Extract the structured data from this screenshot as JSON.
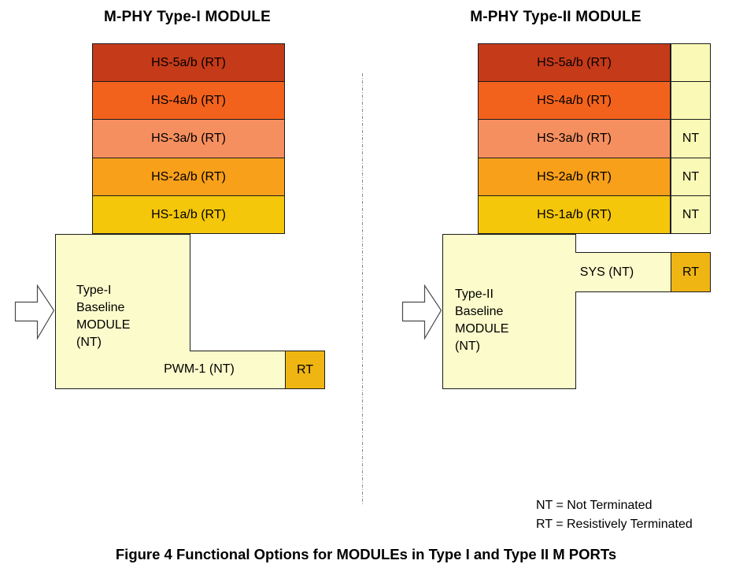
{
  "figure": {
    "left_module": {
      "title": "M-PHY Type-I MODULE",
      "bars": [
        {
          "label": "HS-5a/b (RT)",
          "color": "#C53A18"
        },
        {
          "label": "HS-4a/b (RT)",
          "color": "#F3621C"
        },
        {
          "label": "HS-3a/b (RT)",
          "color": "#F68F5F"
        },
        {
          "label": "HS-2a/b (RT)",
          "color": "#F8A01A"
        },
        {
          "label": "HS-1a/b (RT)",
          "color": "#F4C70B"
        }
      ],
      "baseline_lines": [
        "Type-I",
        "Baseline",
        "MODULE",
        "(NT)"
      ],
      "arm_label": "PWM-1 (NT)",
      "rt_label": "RT"
    },
    "right_module": {
      "title": "M-PHY Type-II MODULE",
      "bars": [
        {
          "label": "HS-5a/b (RT)",
          "color": "#C53A18"
        },
        {
          "label": "HS-4a/b (RT)",
          "color": "#F3621C"
        },
        {
          "label": "HS-3a/b (RT)",
          "color": "#F68F5F"
        },
        {
          "label": "HS-2a/b (RT)",
          "color": "#F8A01A"
        },
        {
          "label": "HS-1a/b (RT)",
          "color": "#F4C70B"
        }
      ],
      "nt_cells": [
        {
          "label": ""
        },
        {
          "label": ""
        },
        {
          "label": "NT"
        },
        {
          "label": "NT"
        },
        {
          "label": "NT"
        }
      ],
      "baseline_lines": [
        "Type-II",
        "Baseline",
        "MODULE",
        "(NT)"
      ],
      "arm_label": "SYS (NT)",
      "rt_label": "RT"
    },
    "legend": {
      "nt": "NT = Not Terminated",
      "rt": "RT = Resistively Terminated"
    },
    "caption": "Figure 4 Functional Options for MODULEs in Type I and Type II M PORTs"
  },
  "colors": {
    "module_fill": "#FBFBCB",
    "nt_cell_fill": "#FAFAB6",
    "rt_box_fill": "#EFB613",
    "border": "#1C1C1C",
    "divider": "#8C8C8C",
    "arrow_fill": "#FFFFFF",
    "arrow_stroke": "#4A4A4A"
  }
}
